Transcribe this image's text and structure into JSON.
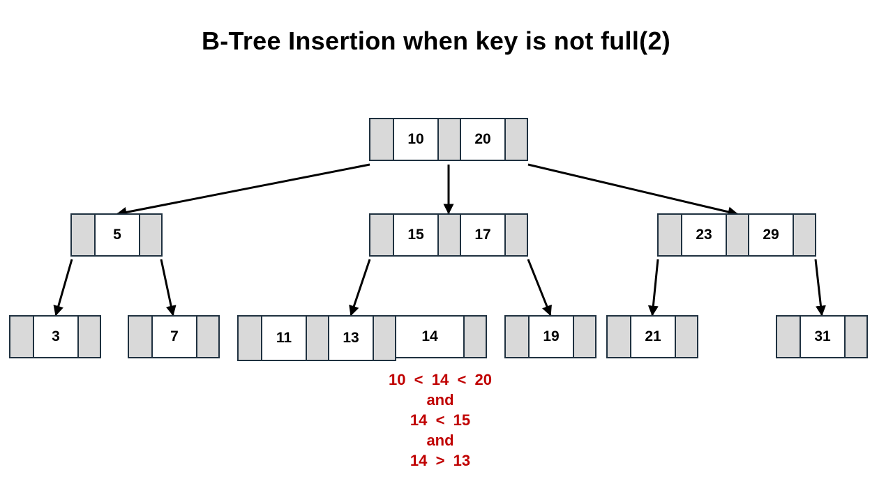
{
  "title": "B-Tree Insertion when key is not full(2)",
  "colors": {
    "pointer_fill": "#d9d9d9",
    "border": "#1f3140",
    "note": "#c00000"
  },
  "tree": {
    "root": [
      "10",
      "20"
    ],
    "level1": {
      "left": [
        "5"
      ],
      "middle": [
        "15",
        "17"
      ],
      "right": [
        "23",
        "29"
      ]
    },
    "level2": {
      "n3": [
        "3"
      ],
      "n7": [
        "7"
      ],
      "n11_13": [
        "11",
        "13"
      ],
      "inserted": [
        "14"
      ],
      "n19": [
        "19"
      ],
      "n21": [
        "21"
      ],
      "n31": [
        "31"
      ]
    }
  },
  "note": [
    "10  <  14  <  20",
    "and",
    "14  <  15",
    "and",
    "14  >  13"
  ]
}
